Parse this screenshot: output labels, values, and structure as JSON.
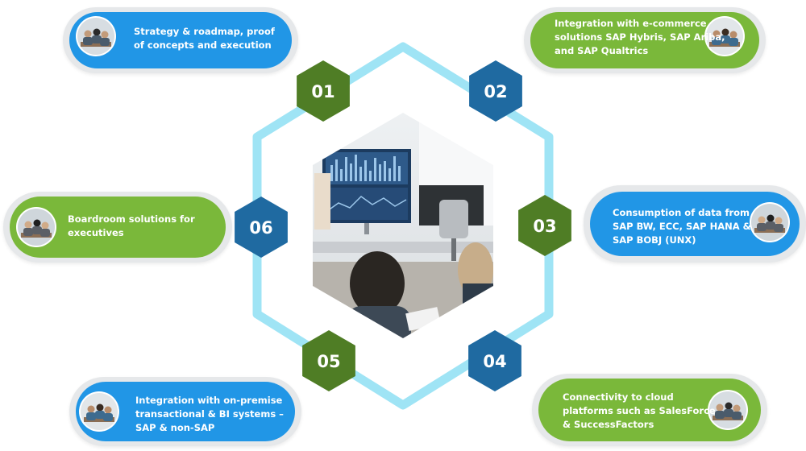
{
  "colors": {
    "blue": "#2196e6",
    "green": "#7ab83a",
    "hex_outline": "#9fe4f5",
    "num_green": "#4f7d25",
    "num_blue": "#1f6aa1"
  },
  "center_image": "office-meeting-dashboard-photo",
  "items": [
    {
      "num": "01",
      "color": "green",
      "card_color": "blue",
      "icon": "team-meeting-photo",
      "lines": [
        "Strategy & roadmap, proof",
        "of concepts and execution"
      ]
    },
    {
      "num": "02",
      "color": "blue",
      "card_color": "green",
      "icon": "colleagues-discussion-photo",
      "lines": [
        "Integration with e-commerce",
        "solutions SAP Hybris, SAP Ariba,",
        "and SAP Qualtrics"
      ]
    },
    {
      "num": "03",
      "color": "green",
      "card_color": "blue",
      "icon": "workstation-photo",
      "lines": [
        "Consumption of data from",
        "SAP BW, ECC, SAP HANA &",
        "SAP BOBJ (UNX)"
      ]
    },
    {
      "num": "04",
      "color": "blue",
      "card_color": "green",
      "icon": "team-laptop-photo",
      "lines": [
        "Connectivity to cloud",
        "platforms such as SalesForce",
        "& SuccessFactors"
      ]
    },
    {
      "num": "05",
      "color": "green",
      "card_color": "blue",
      "icon": "workshop-photo",
      "lines": [
        "Integration with on-premise",
        "transactional & BI systems –",
        "SAP & non-SAP"
      ]
    },
    {
      "num": "06",
      "color": "blue",
      "card_color": "green",
      "icon": "boardroom-presenter-photo",
      "lines": [
        "Boardroom solutions for",
        "executives"
      ]
    }
  ]
}
